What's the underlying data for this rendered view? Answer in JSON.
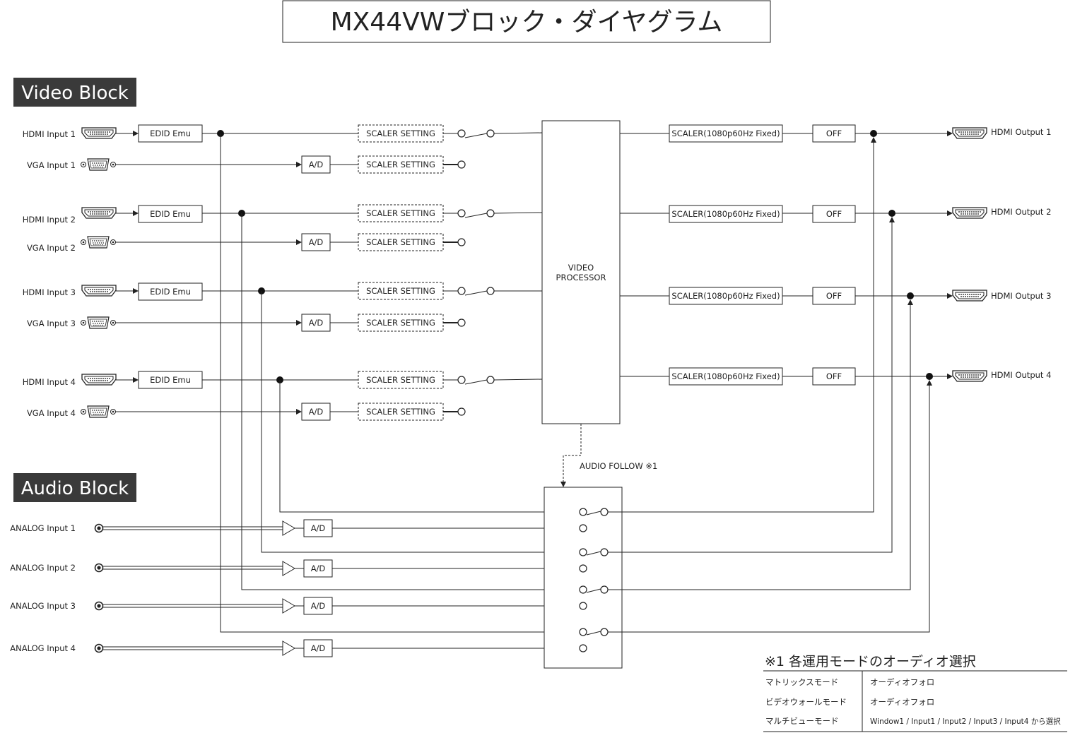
{
  "title": "MX44VWブロック・ダイヤグラム",
  "sections": {
    "video": "Video  Block",
    "audio": "Audio  Block"
  },
  "inputs": {
    "hdmi": [
      "HDMI Input 1",
      "HDMI Input 2",
      "HDMI Input 3",
      "HDMI Input 4"
    ],
    "vga": [
      "VGA Input 1",
      "VGA Input 2",
      "VGA Input 3",
      "VGA Input 4"
    ],
    "analog": [
      "ANALOG Input 1",
      "ANALOG Input 2",
      "ANALOG Input 3",
      "ANALOG Input 4"
    ]
  },
  "outputs": [
    "HDMI Output 1",
    "HDMI Output 2",
    "HDMI Output 3",
    "HDMI Output 4"
  ],
  "blocks": {
    "edid": "EDID Emu",
    "ad": "A/D",
    "scaler_setting": "SCALER SETTING",
    "video_processor_line1": "VIDEO",
    "video_processor_line2": "PROCESSOR",
    "out_scaler": "SCALER(1080p60Hz Fixed)",
    "off": "OFF",
    "audio_follow": "AUDIO FOLLOW ※1"
  },
  "note": {
    "title": "※1 各運用モードのオーディオ選択",
    "rows": [
      {
        "mode": "マトリックスモード",
        "audio": "オーディオフォロ"
      },
      {
        "mode": "ビデオウォールモード",
        "audio": "オーディオフォロ"
      },
      {
        "mode": "マルチビューモード",
        "audio": "Window1 / Input1 / Input2 / Input3 / Input4 から選択"
      }
    ]
  }
}
